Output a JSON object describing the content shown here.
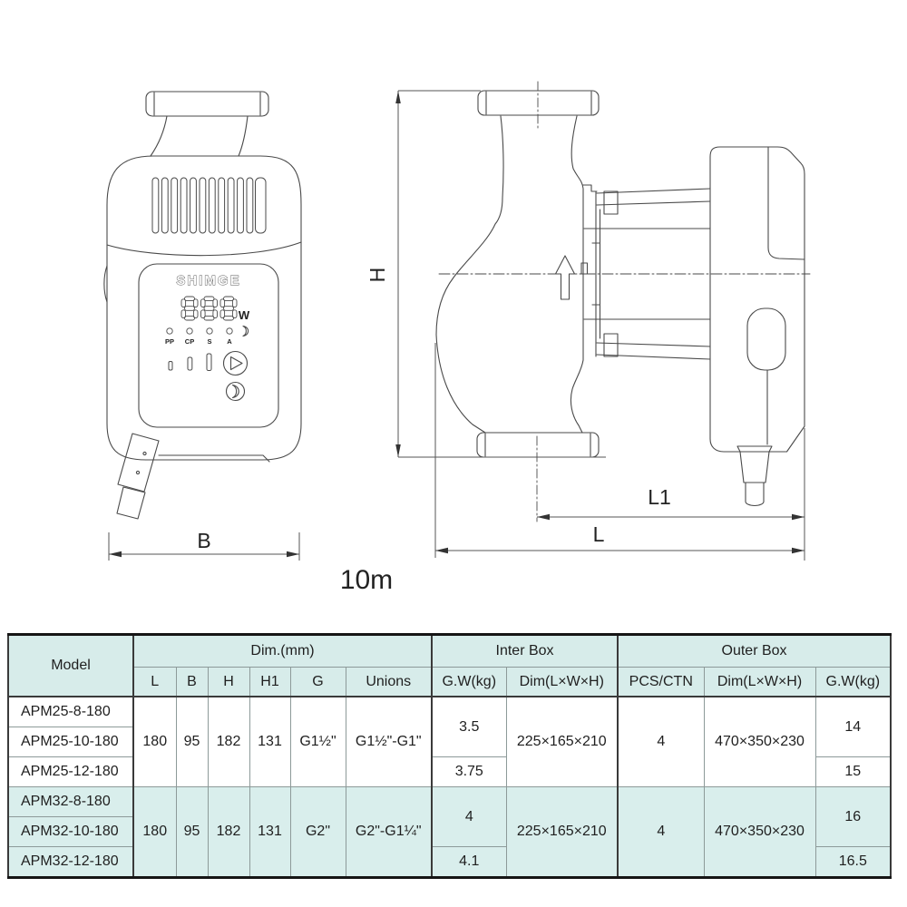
{
  "drawing": {
    "brand_logo": "SHIMGE",
    "display_unit_label": "W",
    "led_labels": [
      "PP",
      "CP",
      "S",
      "A"
    ],
    "dimension_labels": {
      "height": "H",
      "width": "B",
      "length_total": "L",
      "length_partial": "L1"
    },
    "cable_length_label": "10m"
  },
  "table": {
    "headers": {
      "model": "Model",
      "dim_group": "Dim.(mm)",
      "inter_box_group": "Inter Box",
      "outer_box_group": "Outer Box",
      "dim_cols": [
        "L",
        "B",
        "H",
        "H1",
        "G",
        "Unions"
      ],
      "inter_cols": [
        "G.W(kg)",
        "Dim(L×W×H)"
      ],
      "outer_cols": [
        "PCS/CTN",
        "Dim(L×W×H)",
        "G.W(kg)"
      ]
    },
    "rows": {
      "g1": {
        "m1": "APM25-8-180",
        "m2": "APM25-10-180",
        "m3": "APM25-12-180",
        "L": "180",
        "B": "95",
        "H": "182",
        "H1": "131",
        "G": "G1½\"",
        "unions": "G1½\"-G1\"",
        "gw_inter_a": "3.5",
        "gw_inter_b": "3.75",
        "dim_inter": "225×165×210",
        "pcs": "4",
        "dim_outer": "470×350×230",
        "gw_outer_a": "14",
        "gw_outer_b": "15"
      },
      "g2": {
        "m1": "APM32-8-180",
        "m2": "APM32-10-180",
        "m3": "APM32-12-180",
        "L": "180",
        "B": "95",
        "H": "182",
        "H1": "131",
        "G": "G2\"",
        "unions": "G2\"-G1¼\"",
        "gw_inter_a": "4",
        "gw_inter_b": "4.1",
        "dim_inter": "225×165×210",
        "pcs": "4",
        "dim_outer": "470×350×230",
        "gw_outer_a": "16",
        "gw_outer_b": "16.5"
      }
    }
  }
}
